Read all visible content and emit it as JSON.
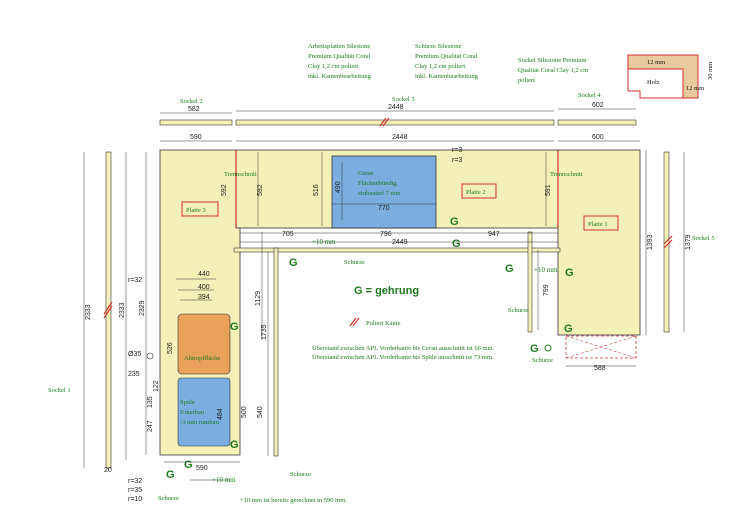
{
  "notes": {
    "arbeitsplatten": [
      "Arbeitsplatten Silestone",
      "Premium Qualität Coral",
      "Clay 1,2 cm poliert",
      "inkl. Kantenbearbeitung"
    ],
    "schuerze": [
      "Schürze Silestone",
      "Premium Qualität Coral",
      "Clay 1,2 cm poliert",
      "inkl. Kantenbearbeitung"
    ],
    "sockel": [
      "Sockel Silestone Premium",
      "Qualität Coral Clay 1,2 cm",
      "poliert"
    ],
    "holz": {
      "label": "Holz",
      "dim_top": "12 mm",
      "dim_right": "12 mm",
      "dim_side": "30 mm"
    }
  },
  "legend": {
    "gehrung": "G = gehrung",
    "poliert": "Poliert Kante",
    "ueberstand_ceran": "Überstand zwischen APL Vorderkante bis Ceran ausschnitt ist 66 mm.",
    "ueberstand_spuele": "Überstand zwischen APL Vorderkante bis Spüle ausschnitt ist 73 mm.",
    "bottom_note": "+10 mm ist bereits gerechnet in 590 mm."
  },
  "labels": {
    "platte1": "Platte 1",
    "platte2": "Platte 2",
    "platte3": "Platte 3",
    "trennschnitt": "Trennschnitt",
    "ceran": [
      "Ceran",
      "Flächenbündig",
      "einbautief 7 mm"
    ],
    "abtropf": "Abtropffläche",
    "spuele": [
      "Spüle",
      "Unterbau",
      "-3 mm rundum"
    ],
    "schurze": "Schurze",
    "g": "G",
    "r3": "r=3",
    "r32": "r=32",
    "r35": "r=35",
    "r10": "r=10",
    "d35": "Ø35"
  },
  "sockel_labels": {
    "s1": "Sockel 1",
    "s2": "Sockel 2",
    "s3": "Sockel 3",
    "s4": "Sockel 4",
    "s5": "Sockel 5"
  },
  "dims": {
    "s2": "582",
    "s3": "2448",
    "s4": "602",
    "top590": "590",
    "top2448": "2448",
    "top600": "600",
    "v592a": "592",
    "v592b": "592",
    "v516": "516",
    "v490": "490",
    "v591": "591",
    "h770": "770",
    "h705": "705",
    "h796": "796",
    "h947": "947",
    "h10a": "+10 mm",
    "h2449": "2449",
    "v2333a": "2333",
    "v2333b": "2333",
    "v2329": "2329",
    "v1129": "1129",
    "v1735": "1735",
    "v1393": "1393",
    "v1379": "1379",
    "v799": "799",
    "v10": "+10 mm",
    "h440": "440",
    "h400": "400",
    "h394a": "394",
    "h394b": "394",
    "v526": "526",
    "v235": "235",
    "v122": "122",
    "v135": "135",
    "v247": "247",
    "v500": "500",
    "v540": "540",
    "v484": "484",
    "v20": "20",
    "h590b": "590",
    "h10b": "+10 mm",
    "h588": "588"
  }
}
